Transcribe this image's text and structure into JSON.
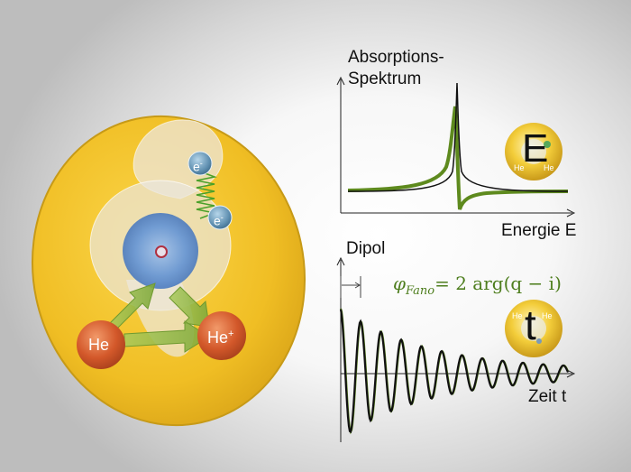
{
  "colors": {
    "disc": "#f0c020",
    "disc_edge": "#c79a17",
    "green_curve": "#5e8a1e",
    "black_curve": "#111111",
    "helium": "#d05a30",
    "electron": "#5f8fb0",
    "nucleus": "#5a8fd8"
  },
  "atom_diagram": {
    "he_label": "He",
    "he_ion_label": "He",
    "he_ion_charge": "+",
    "electron_label": "e",
    "electron_charge": "-"
  },
  "spectrum_panel": {
    "title_line1": "Absorptions-",
    "title_line2": "Spektrum",
    "xlabel": "Energie E",
    "badge_letter": "E",
    "badge_he_left": "He",
    "badge_he_right": "He"
  },
  "dipole_panel": {
    "ylabel": "Dipol",
    "xlabel": "Zeit t",
    "phase_symbol": "φ",
    "phase_subscript": "Fano",
    "phase_equation": "= 2 arg(q − i)",
    "badge_letter": "t",
    "badge_he_left": "He",
    "badge_he_right": "He"
  }
}
